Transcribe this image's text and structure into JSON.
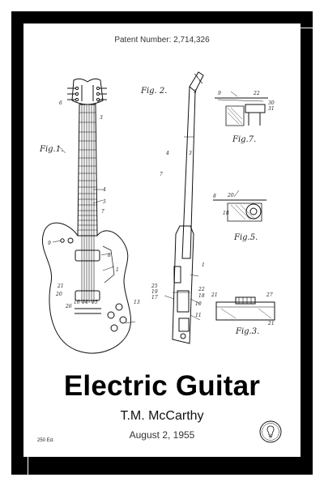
{
  "poster": {
    "patent_label": "Patent Number:",
    "patent_number": "2,714,326",
    "title": "Electric Guitar",
    "inventor": "T.M. McCarthy",
    "date": "August 2, 1955",
    "edition": "250 Ed.",
    "figures": [
      "Fig.1.",
      "Fig. 2.",
      "Fig.7.",
      "Fig.5.",
      "Fig.3."
    ],
    "colors": {
      "frame": "#000000",
      "paper": "#ffffff",
      "ink": "#111111"
    }
  }
}
